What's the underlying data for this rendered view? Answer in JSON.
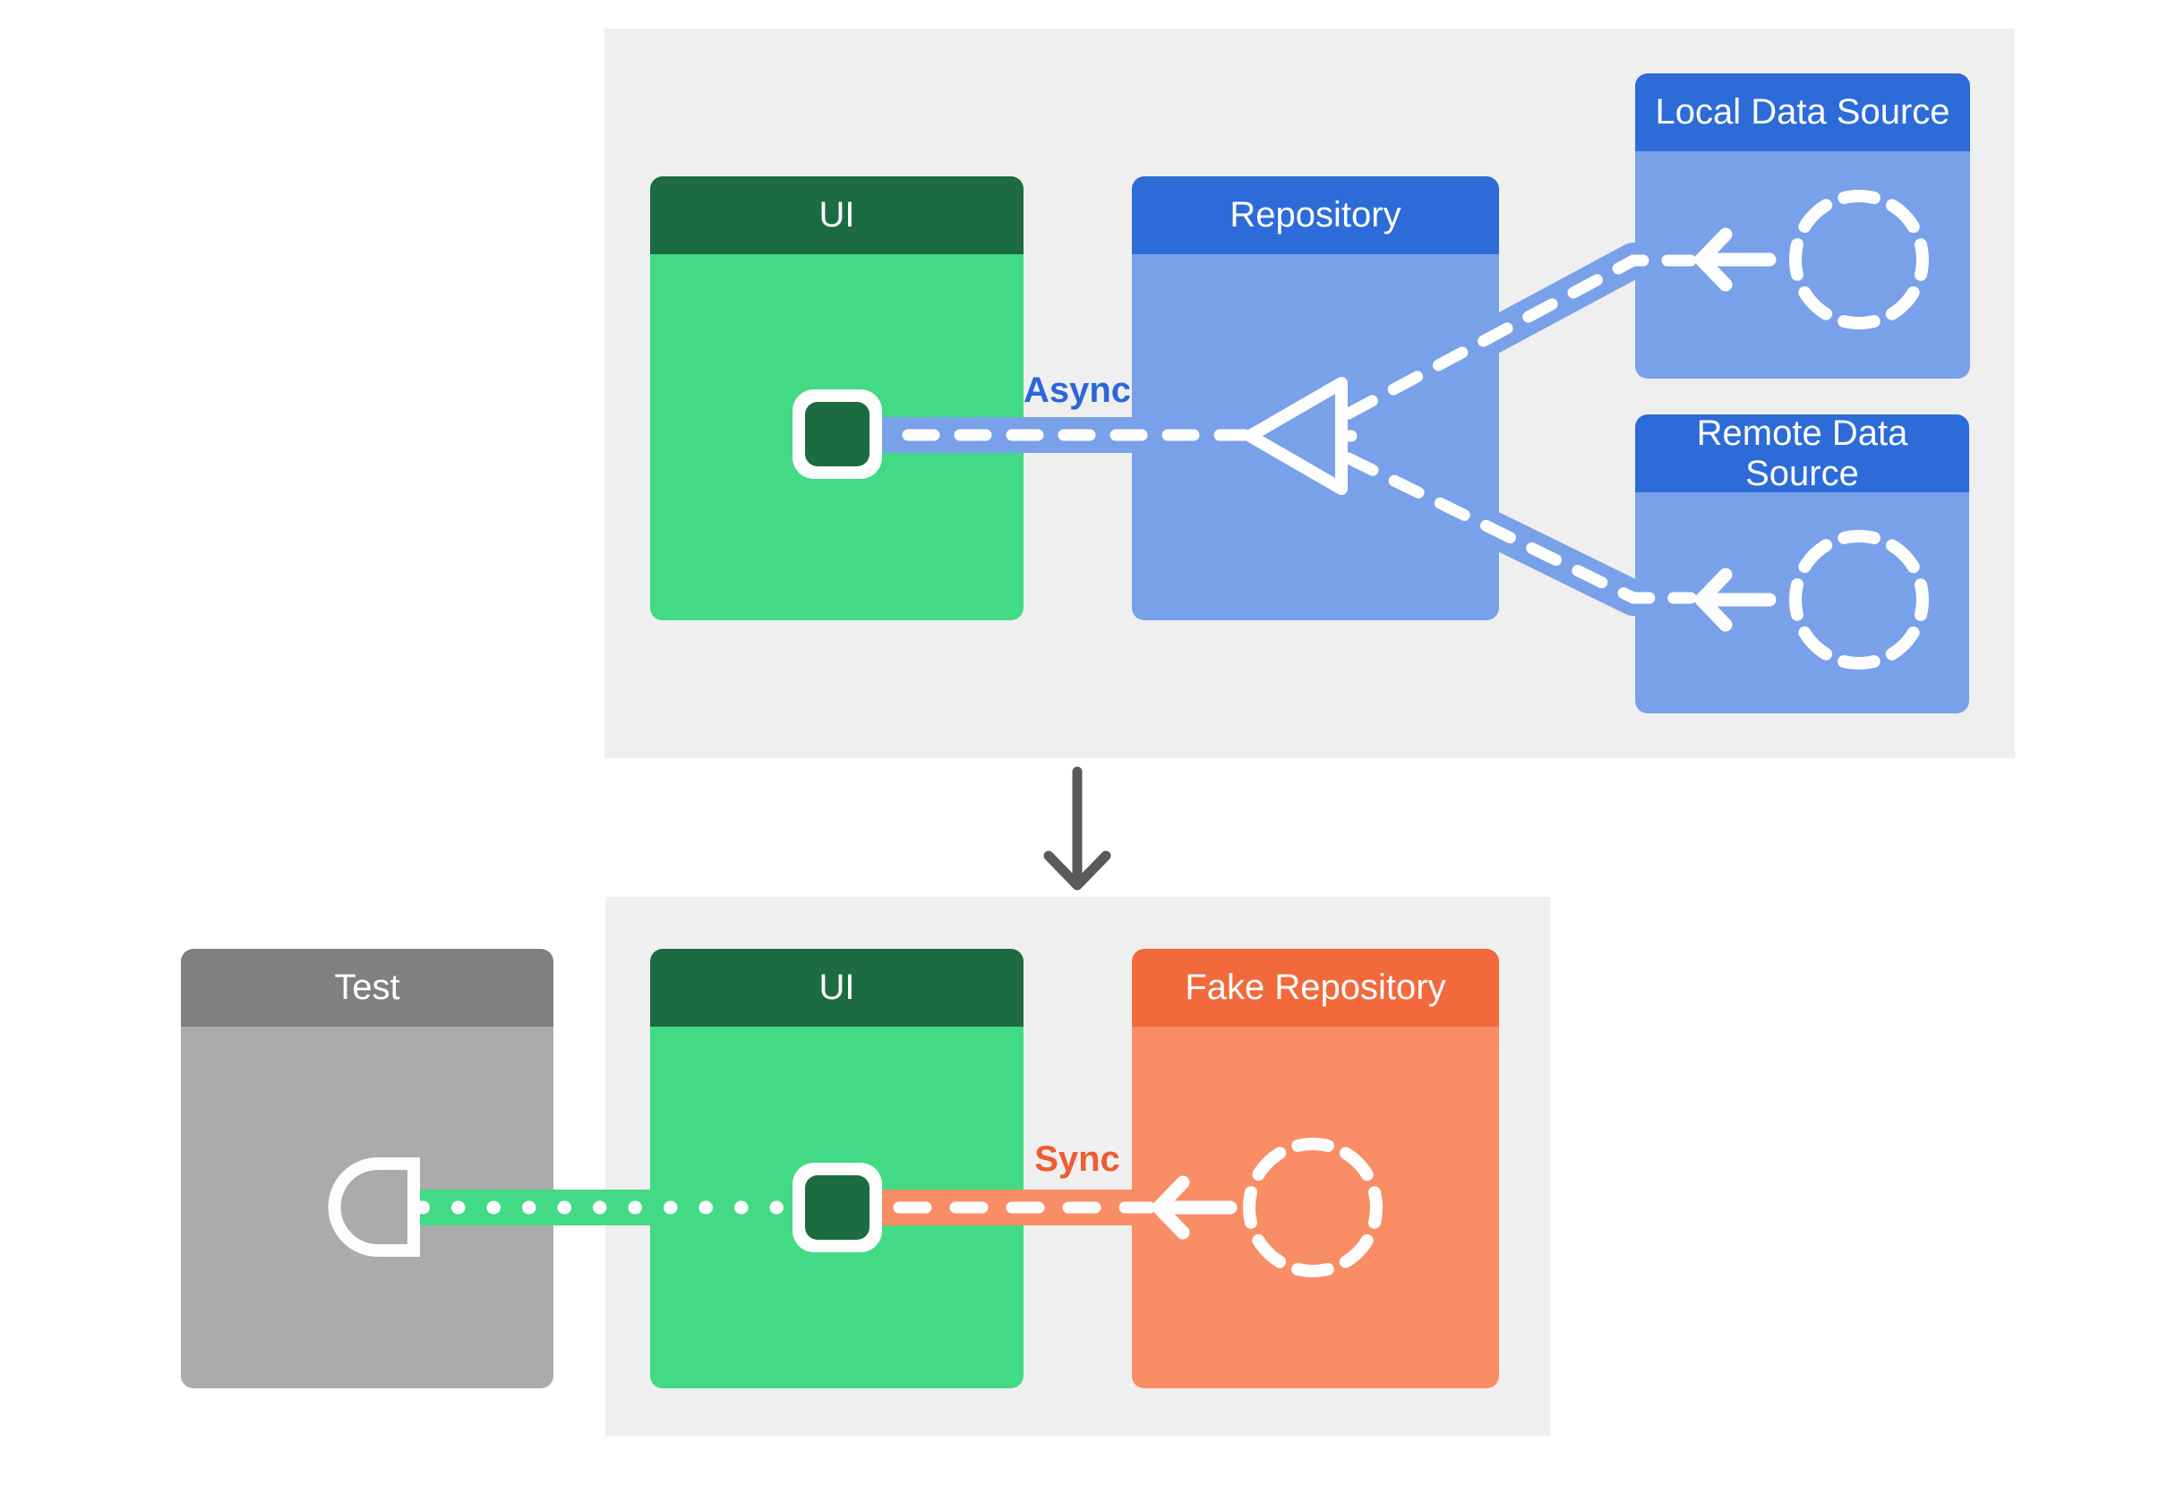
{
  "production_flow": {
    "ui_box_title": "UI",
    "repository_box_title": "Repository",
    "local_data_source_title": "Local Data Source",
    "remote_data_source_title": "Remote Data Source",
    "async_label": "Async"
  },
  "test_flow": {
    "test_box_title": "Test",
    "ui_box_title": "UI",
    "fake_repository_title": "Fake Repository",
    "sync_label": "Sync"
  },
  "icons": {
    "ui_state_icon": "rounded-square-state-icon",
    "data_source_icon": "dashed-circle-icon",
    "flow_direction_icon": "left-arrow-icon",
    "merge_icon": "triangle-merge-icon",
    "test_socket_icon": "socket-icon",
    "transition_icon": "down-arrow-icon"
  },
  "colors": {
    "page_background": "#ffffff",
    "panel_background": "#efefef",
    "ui_header": "#1d6b40",
    "ui_body": "#42da85",
    "repository_header": "#2c6bd8",
    "repository_body": "#79a1e9",
    "test_header": "#808080",
    "test_body": "#ababab",
    "fake_repository_header": "#f2693b",
    "fake_repository_body": "#f98d66",
    "async_label": "#2b67d8",
    "sync_label": "#ef5b2e",
    "connector_white": "#fdfdfd",
    "transition_arrow": "#595a5c"
  }
}
